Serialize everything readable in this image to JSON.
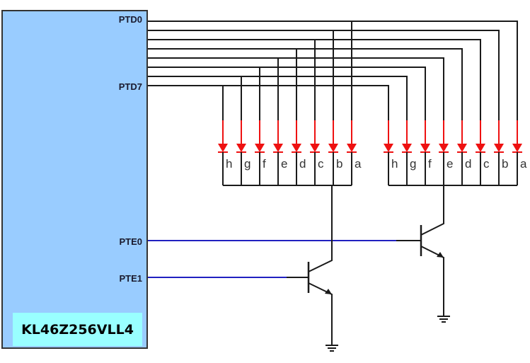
{
  "mcu": {
    "name": "KL46Z256VLL4",
    "pins": {
      "ptd0": "PTD0",
      "ptd7": "PTD7",
      "pte0": "PTE0",
      "pte1": "PTE1"
    },
    "body_color": "#99ccff",
    "label_box_color": "#99ffff"
  },
  "displays": [
    {
      "name": "display-left",
      "segments": [
        "h",
        "g",
        "f",
        "e",
        "d",
        "c",
        "b",
        "a"
      ],
      "common_driver": "PTE1"
    },
    {
      "name": "display-right",
      "segments": [
        "h",
        "g",
        "f",
        "e",
        "d",
        "c",
        "b",
        "a"
      ],
      "common_driver": "PTE0"
    }
  ],
  "colors": {
    "wire": "#1a1a1a",
    "control_wire": "#2020c0",
    "led": "#ee1111"
  }
}
